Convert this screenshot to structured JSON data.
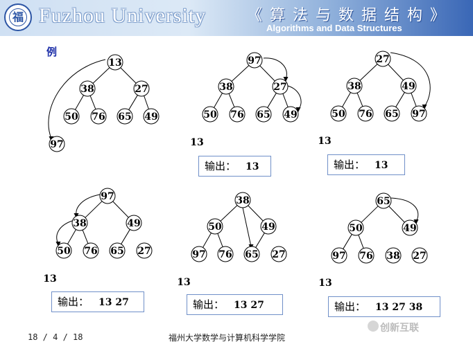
{
  "header": {
    "logo_char": "福",
    "university": "Fuzhou University",
    "course_cn": "《 算 法 与 数 据 结 构 》",
    "course_en": "Algorithms and Data Structures"
  },
  "example_label": "例",
  "output_label": "输出：",
  "panels": [
    {
      "nodes": [
        "13",
        "38",
        "27",
        "50",
        "76",
        "65",
        "49",
        "97"
      ],
      "loose": [],
      "output": null
    },
    {
      "nodes": [
        "97",
        "38",
        "27",
        "50",
        "76",
        "65",
        "49"
      ],
      "loose": [
        "13"
      ],
      "output": "13"
    },
    {
      "nodes": [
        "27",
        "38",
        "49",
        "50",
        "76",
        "65",
        "97"
      ],
      "loose": [
        "13"
      ],
      "output": "13"
    },
    {
      "nodes": [
        "97",
        "38",
        "49",
        "50",
        "76",
        "65",
        "27"
      ],
      "loose": [
        "13"
      ],
      "output": "13  27"
    },
    {
      "nodes": [
        "38",
        "50",
        "49",
        "97",
        "76",
        "65",
        "27"
      ],
      "loose": [
        "13"
      ],
      "output": "13   27"
    },
    {
      "nodes": [
        "65",
        "50",
        "49",
        "97",
        "76",
        "38",
        "27"
      ],
      "loose": [
        "13"
      ],
      "output": "13  27  38"
    }
  ],
  "footer": {
    "date": "18 / 4 / 18",
    "school": "福州大学数学与计算机科学学院"
  },
  "watermark": "创新互联"
}
